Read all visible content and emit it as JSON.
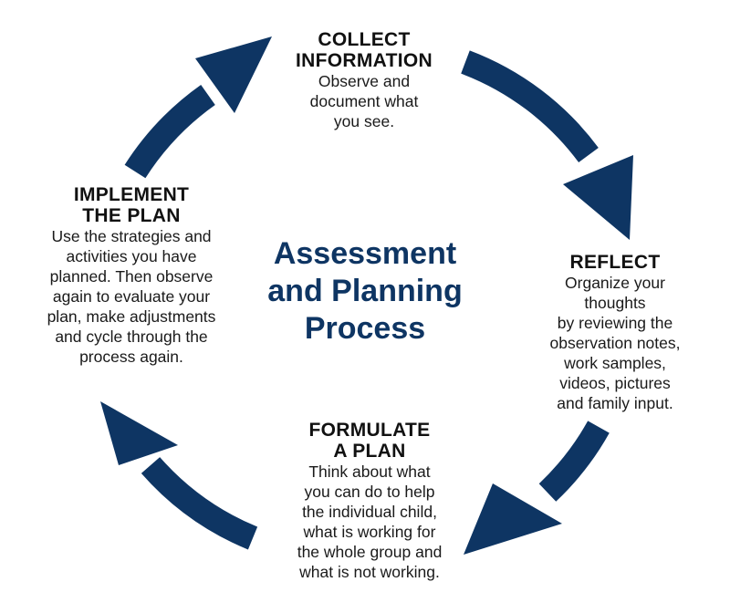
{
  "title": {
    "lines": [
      "Assessment",
      "and Planning",
      "Process"
    ]
  },
  "colors": {
    "arrow": "#0e3563",
    "title": "#0e3563",
    "text": "#1a1a1a"
  },
  "steps": {
    "collect": {
      "heading": [
        "COLLECT",
        "INFORMATION"
      ],
      "description": [
        "Observe and",
        "document what",
        "you see."
      ]
    },
    "reflect": {
      "heading": [
        "REFLECT"
      ],
      "description": [
        "Organize your",
        "thoughts",
        "by reviewing the",
        "observation notes,",
        "work samples,",
        "videos, pictures",
        "and family input."
      ]
    },
    "formulate": {
      "heading": [
        "FORMULATE",
        "A PLAN"
      ],
      "description": [
        "Think about what",
        "you can do to help",
        "the individual child,",
        "what is working for",
        "the whole group and",
        "what is not working."
      ]
    },
    "implement": {
      "heading": [
        "IMPLEMENT",
        "THE PLAN"
      ],
      "description": [
        "Use the strategies and",
        "activities you have",
        "planned.  Then observe",
        "again to evaluate your",
        "plan, make adjustments",
        "and cycle through the",
        "process again."
      ]
    }
  },
  "arrows": [
    {
      "name": "collect-to-reflect",
      "icon": "curved-arrow-icon"
    },
    {
      "name": "reflect-to-formulate",
      "icon": "curved-arrow-icon"
    },
    {
      "name": "formulate-to-implement",
      "icon": "curved-arrow-icon"
    },
    {
      "name": "implement-to-collect",
      "icon": "curved-arrow-icon"
    }
  ]
}
